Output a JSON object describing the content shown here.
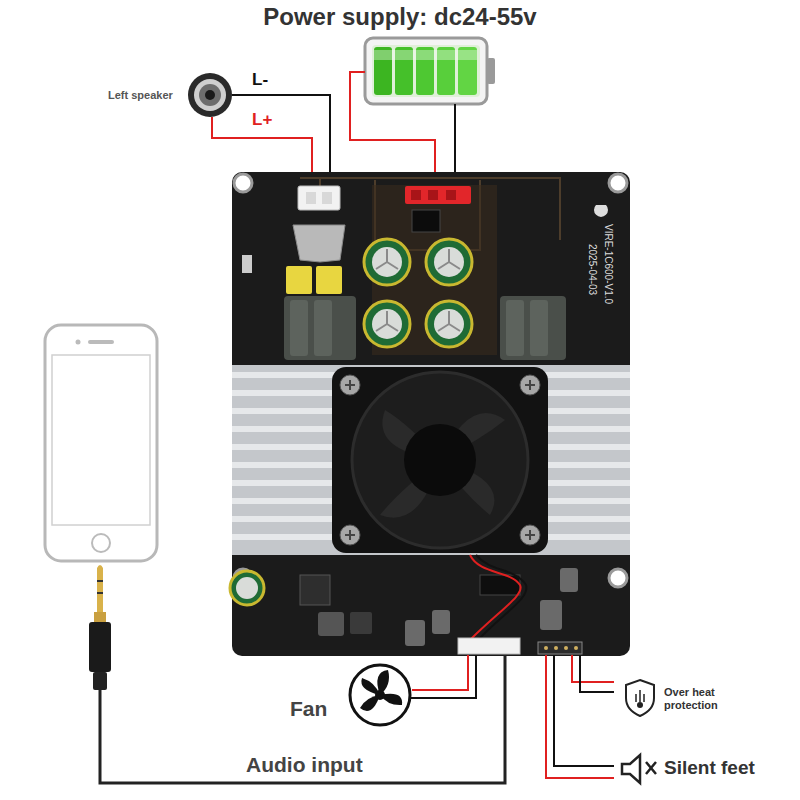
{
  "diagram": {
    "title": "Power supply: dc24-55v",
    "labels": [
      "Left speaker",
      "L-",
      "L+",
      "VIRE-1C600-V1.0",
      "2025-04-03",
      "Fan",
      "Audio input",
      "Over heat protection",
      "Silent feet"
    ]
  }
}
